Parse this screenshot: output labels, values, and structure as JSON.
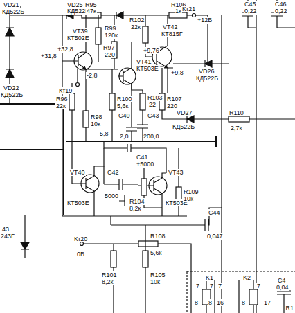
{
  "diagram": {
    "labels": [
      "VD21",
      "КД522Б",
      "VD25",
      "КД522Б",
      "R95",
      "47к",
      "R106",
      "1к",
      "C45",
      "0,22",
      "C46",
      "0,22",
      "R102",
      "22к",
      "Кт21",
      "+12В",
      "R99",
      "120к",
      "VT39",
      "КТ502Е",
      "VT42",
      "КТ815Г",
      "R97",
      "220",
      "VT41",
      "КТ503Е",
      "+9,76",
      "+31,8",
      "+32,8",
      "VD26",
      "КД522Б",
      "+9,8",
      "-2,8",
      "Кт19",
      "VD22",
      "КД522Б",
      "R96",
      "22к",
      "R100",
      "5,6к",
      "R103",
      "22",
      "R107",
      "220",
      "R98",
      "10к",
      "R110",
      "2,7к",
      "-5,8",
      "C40",
      "2,0",
      "C43",
      "200,0",
      "VD27",
      "КД522Б",
      "C41",
      "+5000",
      "VT40",
      "КТ503Е",
      "VT43",
      "КТ503Е",
      "C42",
      "5000",
      "R104",
      "8,2к",
      "R109",
      "10к",
      "43",
      "243Г",
      "C44",
      "0,047",
      "Кт20",
      "0В",
      "R108",
      "5,6к",
      "R101",
      "8,2к",
      "R105",
      "10к",
      "K1",
      "K2",
      "C4",
      "0,04",
      "7",
      "7",
      "7",
      "7",
      "8",
      "8",
      "16",
      "8",
      "17",
      "R1"
    ]
  }
}
